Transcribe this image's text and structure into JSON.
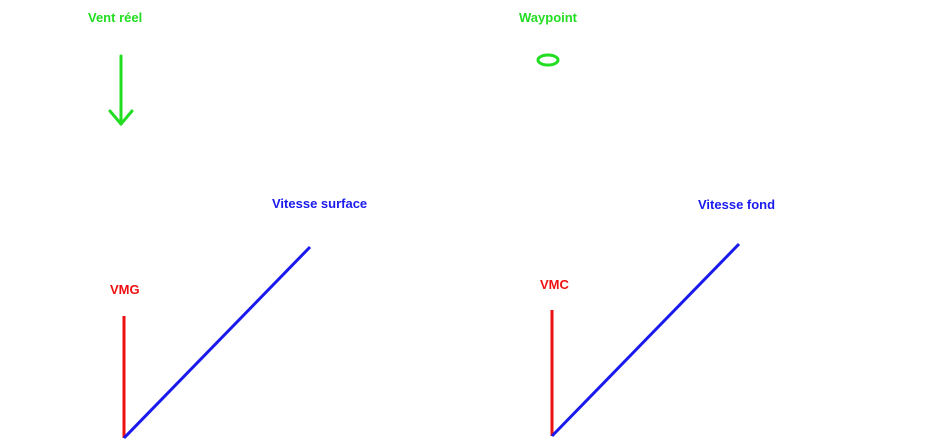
{
  "labels": {
    "wind": "Vent réel",
    "waypoint": "Waypoint",
    "surface_speed": "Vitesse surface",
    "vmg": "VMG",
    "ground_speed": "Vitesse fond",
    "vmc": "VMC"
  },
  "colors": {
    "wind": "#22dd22",
    "waypoint": "#22dd22",
    "speed_vector": "#1a1aee",
    "projection": "#ee1111"
  },
  "icons": {
    "wind_arrow": "arrow-down-icon",
    "waypoint_marker": "ellipse-icon"
  }
}
